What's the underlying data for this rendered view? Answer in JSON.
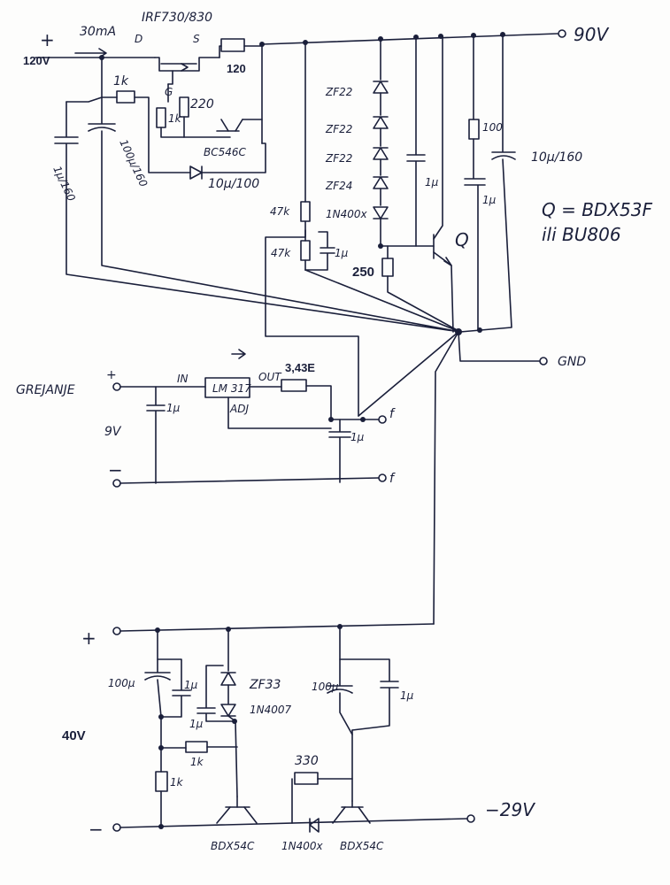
{
  "top_circuit": {
    "input_plus": "+",
    "input_voltage": "120V",
    "current_note": "30mA",
    "mosfet_part": "IRF730/830",
    "mosfet_d": "D",
    "mosfet_s": "S",
    "mosfet_g": "G",
    "r_gate": "220",
    "r_1k_gate": "1k",
    "r_sense": "120",
    "bjt_part": "BC546C",
    "r_1k_top": "1k",
    "c_1u160": "1µ/160",
    "c_100u160": "100µ/160",
    "d_10u100": "10µ/100",
    "zener1": "ZF22",
    "zener2": "ZF22",
    "zener3": "ZF22",
    "zener4": "ZF24",
    "diode": "1N400x",
    "r_47k_a": "47k",
    "r_47k_b": "47k",
    "c_1u_a": "1µ",
    "c_1u_b": "1µ",
    "c_1u_c": "1µ",
    "r_250": "250",
    "r_100": "100",
    "c_10u160": "10µ/160",
    "q_label": "Q",
    "q_part1": "Q = BDX53F",
    "q_part2": "ili BU806",
    "out_90v": "90V",
    "gnd": "GND"
  },
  "heater_circuit": {
    "label": "GREJANJE",
    "plus": "+",
    "minus": "−",
    "voltage": "9V",
    "c_in": "1µ",
    "reg_in": "IN",
    "reg_part": "LM 317",
    "reg_out": "OUT",
    "reg_adj": "ADJ",
    "r_out": "3,43E",
    "c_out": "1µ",
    "term_f1": "f",
    "term_f2": "f"
  },
  "bottom_circuit": {
    "plus": "+",
    "minus": "−",
    "voltage": "40V",
    "c_100u": "100µ",
    "c_1u_a": "1µ",
    "c_1u_b": "1µ",
    "zener": "ZF33",
    "diode": "1N4007",
    "r_1k_a": "1k",
    "r_1k_b": "1k",
    "c_100u_b": "100µ",
    "c_1u_c": "1µ",
    "r_330": "330",
    "q1": "BDX54C",
    "d_bottom": "1N400x",
    "q2": "BDX54C",
    "out": "−29V"
  }
}
